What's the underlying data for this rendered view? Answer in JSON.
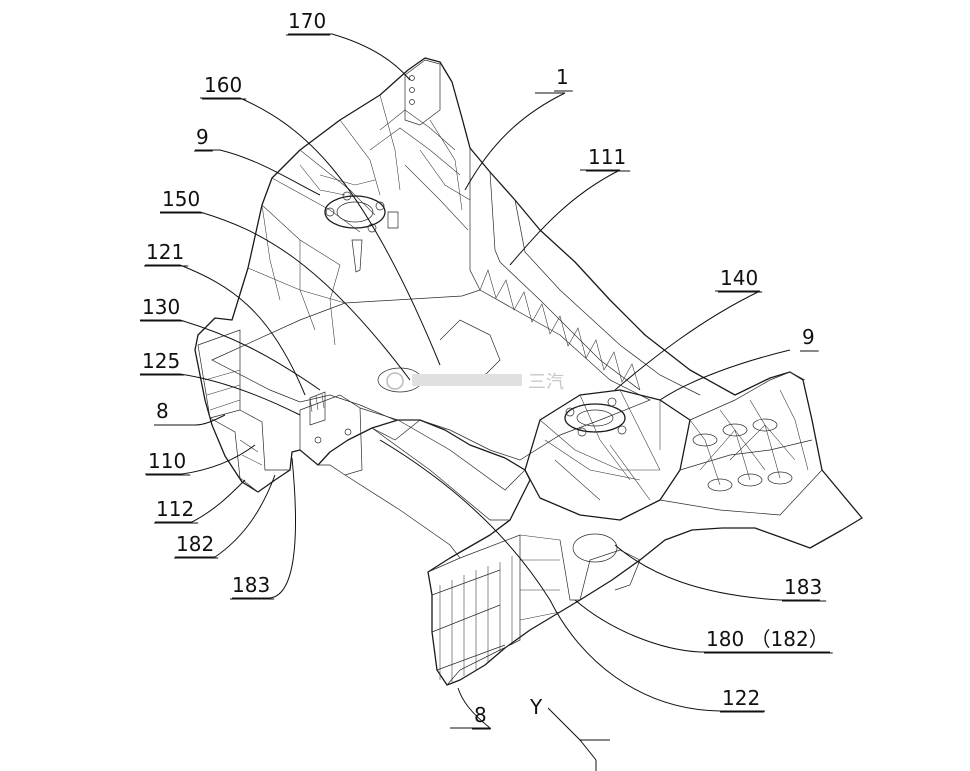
{
  "labels": {
    "l170": "170",
    "l160": "160",
    "l1": "1",
    "l9a": "9",
    "l111": "111",
    "l150": "150",
    "l121": "121",
    "l130": "130",
    "l140": "140",
    "l125": "125",
    "l9b": "9",
    "l8a": "8",
    "l110": "110",
    "l112": "112",
    "l182": "182",
    "l183a": "183",
    "l183b": "183",
    "l180": "180 （182）",
    "l122": "122",
    "l8b": "8"
  },
  "axis": {
    "y": "Y"
  },
  "watermark": {
    "text": "三汽"
  }
}
